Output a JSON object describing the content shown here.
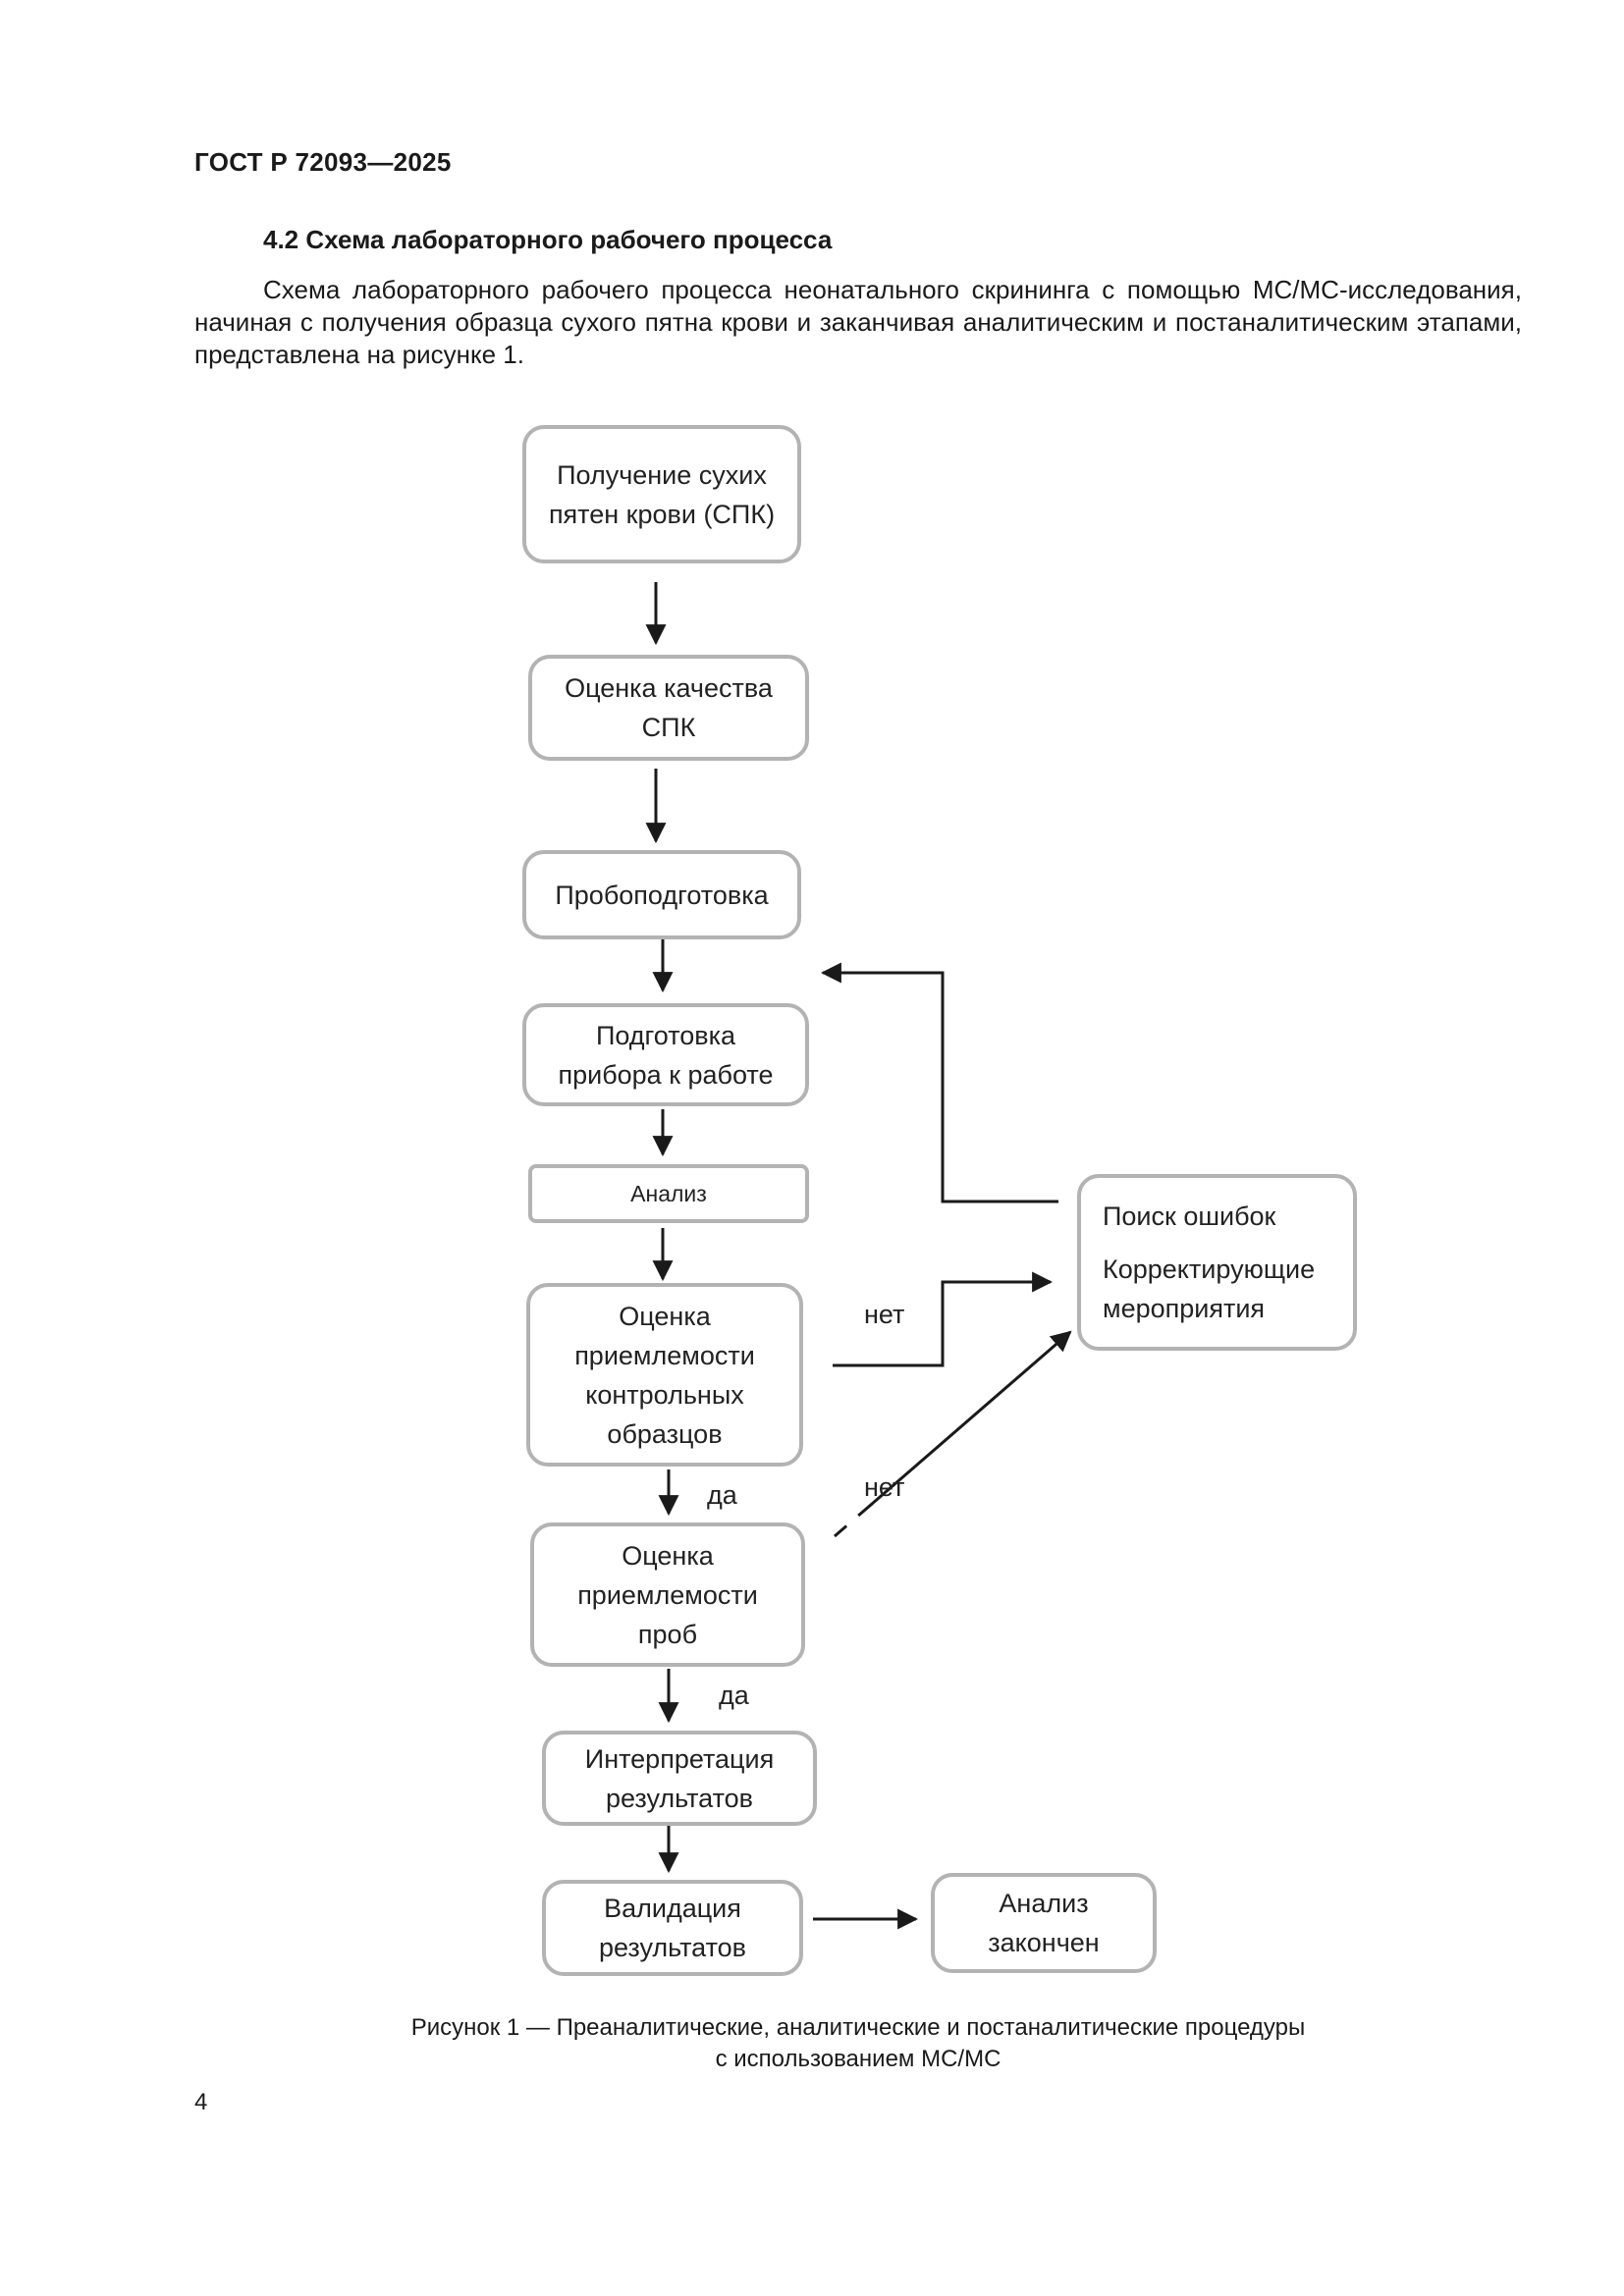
{
  "header": {
    "doc_id": "ГОСТ Р 72093—2025"
  },
  "section": {
    "heading": "4.2 Схема лабораторного рабочего процесса",
    "paragraph": "Схема лабораторного рабочего процесса неонатального скрининга с помощью МС/МС-исследования, начиная с получения образца сухого пятна крови и заканчивая аналитическим и постаналитическим этапами, представлена на рисунке 1."
  },
  "flowchart": {
    "nodes": {
      "collection": {
        "line1": "Получение сухих",
        "line2": "пятен крови (СПК)"
      },
      "quality": {
        "line1": "Оценка качества",
        "line2": "СПК"
      },
      "prep": {
        "line1": "Пробоподготовка"
      },
      "instrument": {
        "line1": "Подготовка",
        "line2": "прибора к работе"
      },
      "analysis": {
        "line1": "Анализ"
      },
      "controls": {
        "line1": "Оценка",
        "line2": "приемлемости",
        "line3": "контрольных",
        "line4": "образцов"
      },
      "samples": {
        "line1": "Оценка",
        "line2": "приемлемости",
        "line3": "проб"
      },
      "interpretation": {
        "line1": "Интерпретация",
        "line2": "результатов"
      },
      "validation": {
        "line1": "Валидация",
        "line2": "результатов"
      },
      "done": {
        "line1": "Анализ",
        "line2": "закончен"
      },
      "troubleshoot": {
        "line1": "Поиск ошибок",
        "line2": "Корректирующие",
        "line3": "мероприятия"
      }
    },
    "labels": {
      "no_1": "нет",
      "yes_1": "да",
      "no_2": "нет",
      "yes_2": "да"
    }
  },
  "caption": {
    "line1": "Рисунок 1 — Преаналитические, аналитические и постаналитические процедуры",
    "line2": "с использованием МС/МС"
  },
  "page_number": "4"
}
